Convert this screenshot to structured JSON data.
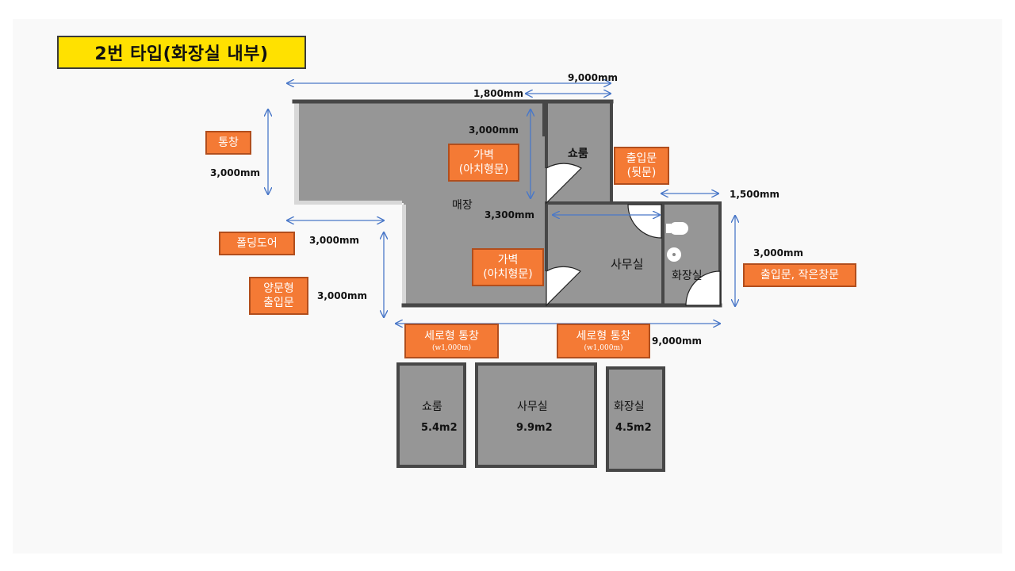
{
  "title": "2번 타입(화장실 내부)",
  "dimensions": {
    "top_total": "9,000mm",
    "top_inner": "1,800mm",
    "left_height": "3,000mm",
    "partition_height": "3,000mm",
    "office_width": "3,300mm",
    "folding_width": "3,000mm",
    "door_height": "3,000mm",
    "toilet_width": "1,500mm",
    "toilet_height": "3,000mm",
    "bottom_total": "9,000mm"
  },
  "labels": {
    "window": "통창",
    "partition_top_1": "가벽",
    "partition_top_2": "(아치형문)",
    "back_door_1": "출입문",
    "back_door_2": "(뒷문)",
    "folding_door": "폴딩도어",
    "double_door_1": "양문형",
    "double_door_2": "출입문",
    "partition_bottom_1": "가벽",
    "partition_bottom_2": "(아치형문)",
    "toilet_door": "출입문, 작은창문",
    "vert_window_1_main": "세로형 통창",
    "vert_window_1_sub": "(w1,000m)",
    "vert_window_2_main": "세로형 통창",
    "vert_window_2_sub": "(w1,000m)"
  },
  "rooms": {
    "store": "매장",
    "showroom": "쇼룸",
    "office": "사무실",
    "toilet": "화장실"
  },
  "area_boxes": [
    {
      "name": "쇼룸",
      "area": "5.4m2"
    },
    {
      "name": "사무실",
      "area": "9.9m2"
    },
    {
      "name": "화장실",
      "area": "4.5m2"
    }
  ],
  "colors": {
    "floor": "#969696",
    "wall": "#474747",
    "label_orange": "#f47a35",
    "arrow": "#4a78c8",
    "title_yellow": "#ffe100"
  }
}
